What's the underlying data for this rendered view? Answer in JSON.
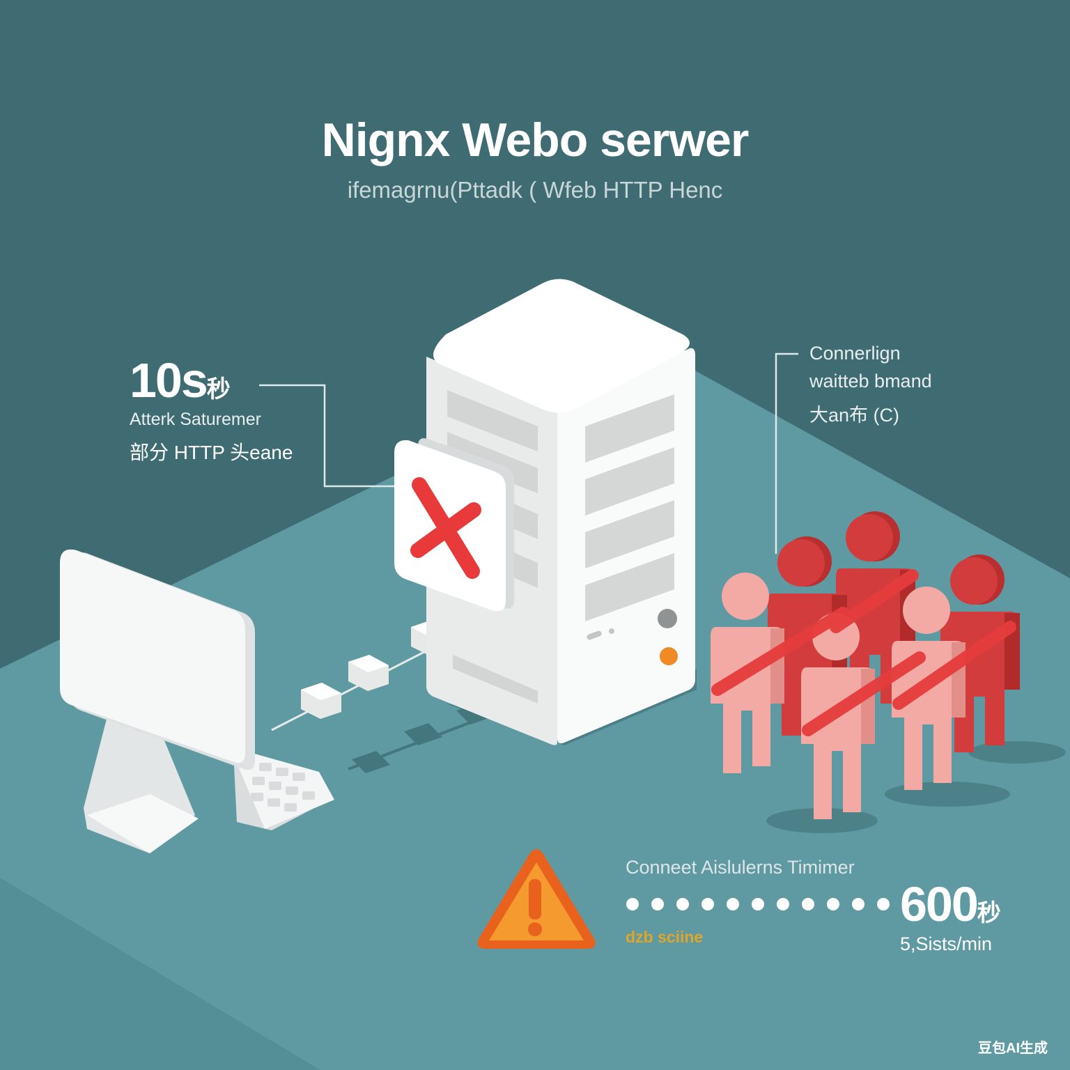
{
  "title": "Nignx Webo serwer",
  "subtitle": "ifemagrnu(Pttadk ( Wfeb HTTP Henc",
  "attacker_callout": {
    "time_value": "10s",
    "time_unit": "秒",
    "line1": "Atterk Saturemer",
    "line2": "部分 HTTP 头eane"
  },
  "queue_callout": {
    "line1": "Connerlign",
    "line2": "waitteb bmand",
    "line3": "大an布 (C)"
  },
  "timeout_panel": {
    "heading": "Conneet Aislulerns Timimer",
    "warning_caption": "dzb sciine",
    "time_value": "600",
    "time_unit": "秒",
    "rate": "5,Sists/min"
  },
  "watermark": "豆包AI生成",
  "colors": {
    "background_top": "#3f6c72",
    "floor": "#5f9aa2",
    "white": "#ffffff",
    "server_grey": "#dadada",
    "cross_red": "#e83a3a",
    "people_dark": "#d23c3c",
    "people_light": "#f4aaa4",
    "warning_orange": "#f08a26",
    "label_text": "#e8eeef",
    "caption_yellow": "#e0a52a"
  }
}
